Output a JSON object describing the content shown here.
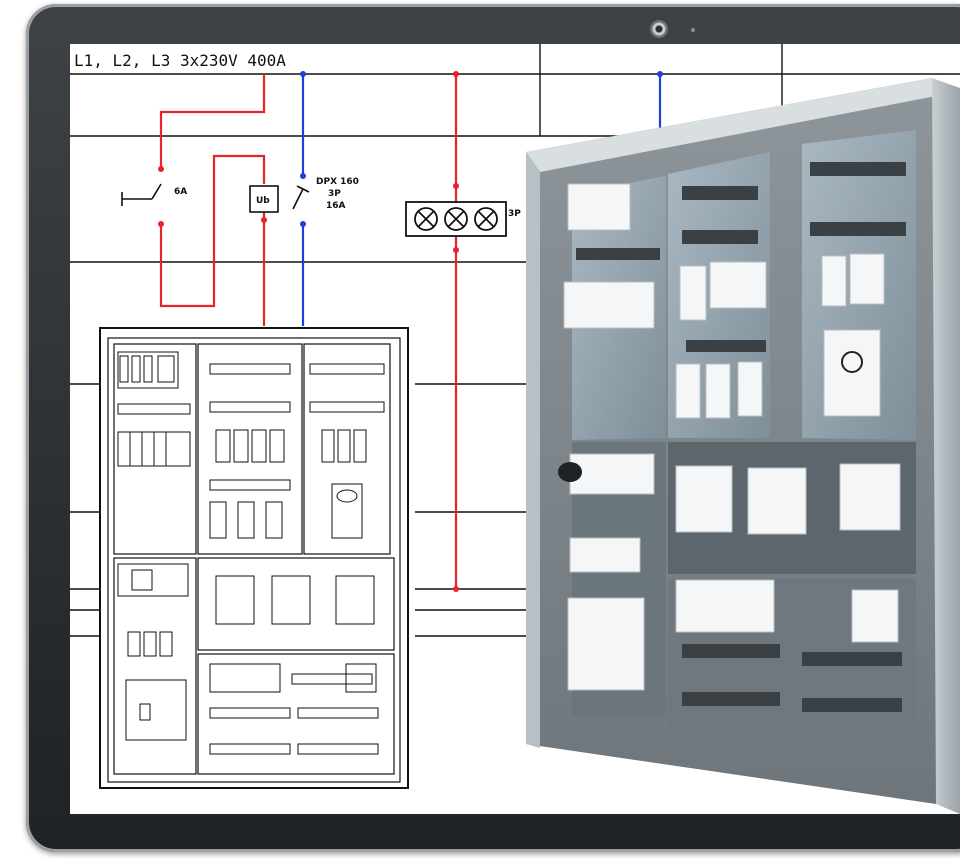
{
  "schematic": {
    "supply_label": "L1, L2, L3  3x230V  400A",
    "breaker_label": "6A",
    "voltmeter_label": "Ub",
    "switch_label_1": "DPX 160",
    "switch_label_2": "3P",
    "switch_label_3": "16A",
    "lamp_label": "3P"
  },
  "colors": {
    "phase": "#e8232a",
    "neutral": "#1f3fd6",
    "bezel": "#2b2f32"
  }
}
